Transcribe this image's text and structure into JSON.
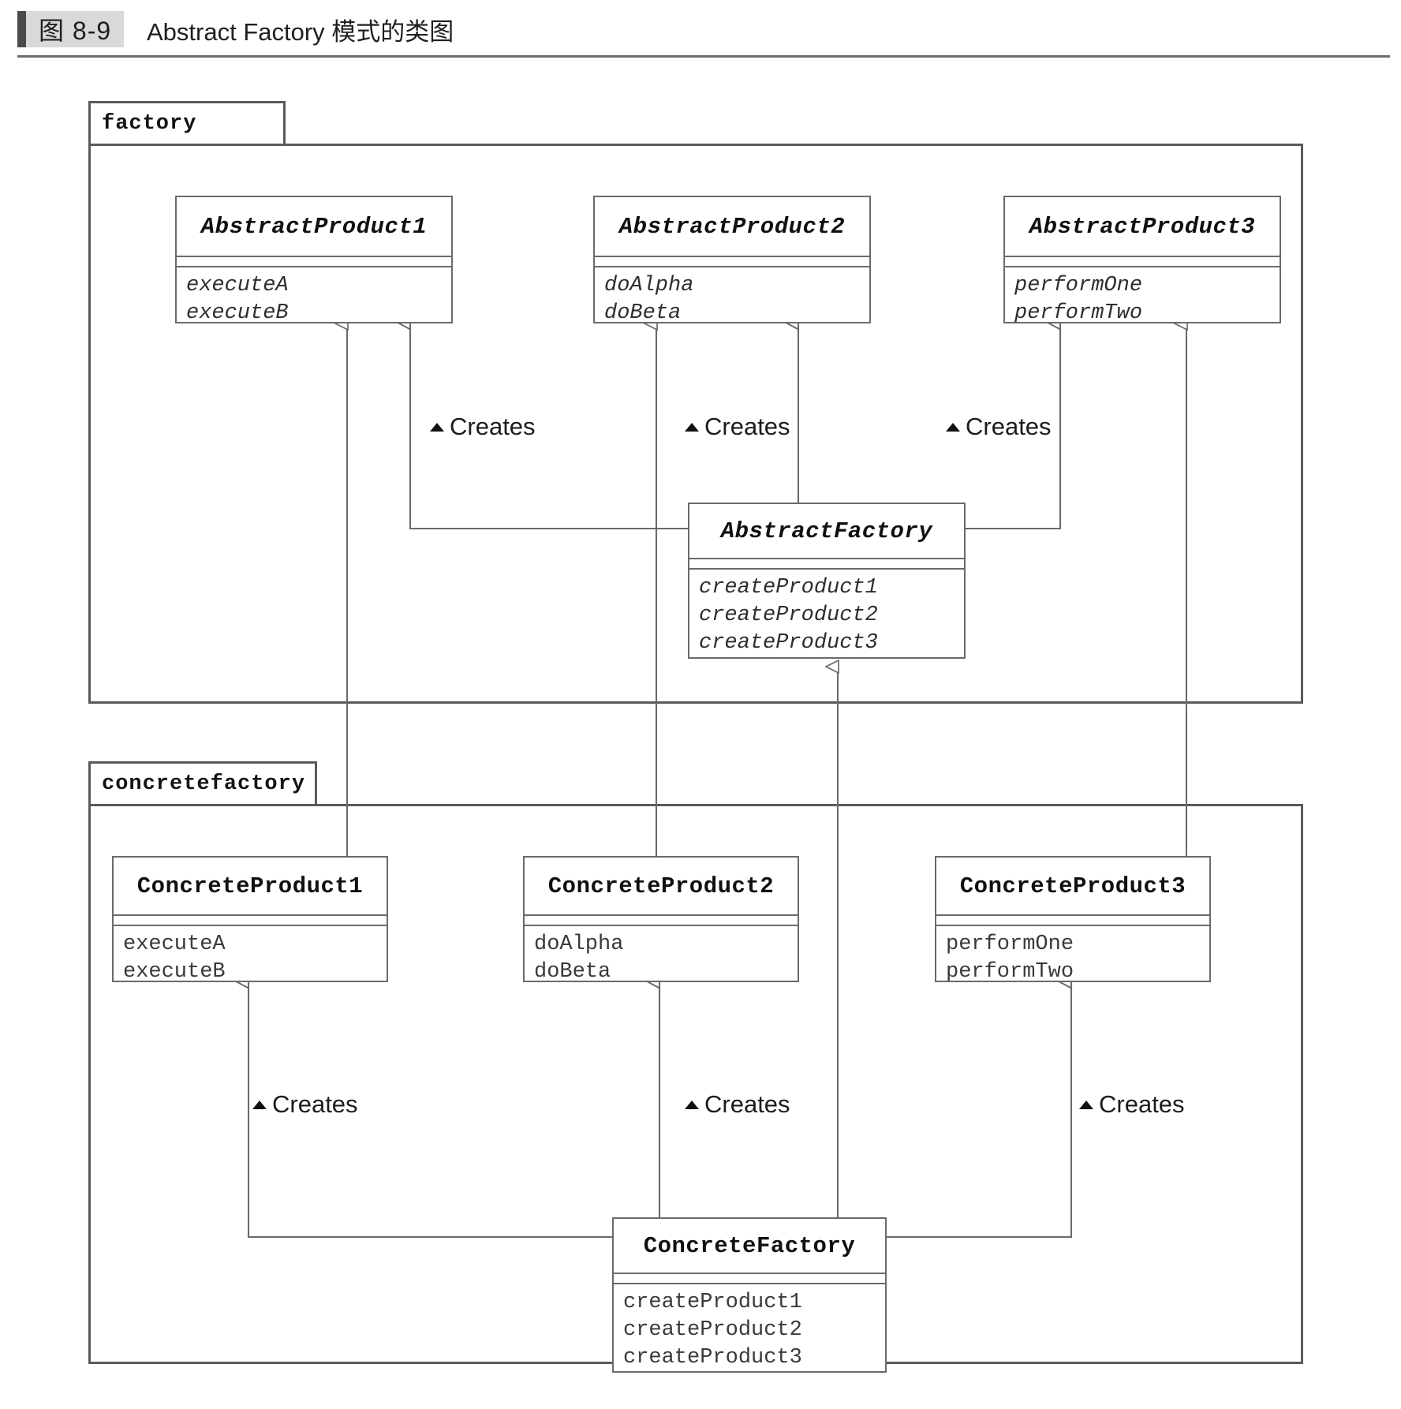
{
  "caption": {
    "tag": "图 8-9",
    "title": "Abstract Factory 模式的类图"
  },
  "packages": [
    {
      "name": "factory",
      "label": "factory"
    },
    {
      "name": "concretefactory",
      "label": "concretefactory"
    }
  ],
  "classes": [
    {
      "id": "abstract_product_1",
      "title": "AbstractProduct1",
      "abstract": true,
      "package": "factory",
      "operations": [
        "executeA",
        "executeB"
      ]
    },
    {
      "id": "abstract_product_2",
      "title": "AbstractProduct2",
      "abstract": true,
      "package": "factory",
      "operations": [
        "doAlpha",
        "doBeta"
      ]
    },
    {
      "id": "abstract_product_3",
      "title": "AbstractProduct3",
      "abstract": true,
      "package": "factory",
      "operations": [
        "performOne",
        "performTwo"
      ]
    },
    {
      "id": "abstract_factory",
      "title": "AbstractFactory",
      "abstract": true,
      "package": "factory",
      "operations": [
        "createProduct1",
        "createProduct2",
        "createProduct3"
      ]
    },
    {
      "id": "concrete_product_1",
      "title": "ConcreteProduct1",
      "abstract": false,
      "package": "concretefactory",
      "operations": [
        "executeA",
        "executeB"
      ]
    },
    {
      "id": "concrete_product_2",
      "title": "ConcreteProduct2",
      "abstract": false,
      "package": "concretefactory",
      "operations": [
        "doAlpha",
        "doBeta"
      ]
    },
    {
      "id": "concrete_product_3",
      "title": "ConcreteProduct3",
      "abstract": false,
      "package": "concretefactory",
      "operations": [
        "performOne",
        "performTwo"
      ]
    },
    {
      "id": "concrete_factory",
      "title": "ConcreteFactory",
      "abstract": false,
      "package": "concretefactory",
      "operations": [
        "createProduct1",
        "createProduct2",
        "createProduct3"
      ]
    }
  ],
  "relations": {
    "creates_labels": [
      {
        "id": "creates-af-p1",
        "text": "Creates"
      },
      {
        "id": "creates-af-p2",
        "text": "Creates"
      },
      {
        "id": "creates-af-p3",
        "text": "Creates"
      },
      {
        "id": "creates-cf-p1",
        "text": "Creates"
      },
      {
        "id": "creates-cf-p2",
        "text": "Creates"
      },
      {
        "id": "creates-cf-p3",
        "text": "Creates"
      }
    ],
    "generalizations": [
      {
        "from": "concrete_product_1",
        "to": "abstract_product_1"
      },
      {
        "from": "concrete_product_2",
        "to": "abstract_product_2"
      },
      {
        "from": "concrete_product_3",
        "to": "abstract_product_3"
      },
      {
        "from": "concrete_factory",
        "to": "abstract_factory"
      }
    ],
    "associations": [
      {
        "from": "abstract_factory",
        "to": "abstract_product_1",
        "label": "Creates"
      },
      {
        "from": "abstract_factory",
        "to": "abstract_product_2",
        "label": "Creates"
      },
      {
        "from": "abstract_factory",
        "to": "abstract_product_3",
        "label": "Creates"
      },
      {
        "from": "concrete_factory",
        "to": "concrete_product_1",
        "label": "Creates"
      },
      {
        "from": "concrete_factory",
        "to": "concrete_product_2",
        "label": "Creates"
      },
      {
        "from": "concrete_factory",
        "to": "concrete_product_3",
        "label": "Creates"
      }
    ]
  },
  "colors": {
    "line": "#6a6a6a",
    "frame": "#5a5a5a",
    "text": "#1a1a1a",
    "caption_tag_bg": "#d9d9d9",
    "caption_accent": "#4a4a4a"
  }
}
